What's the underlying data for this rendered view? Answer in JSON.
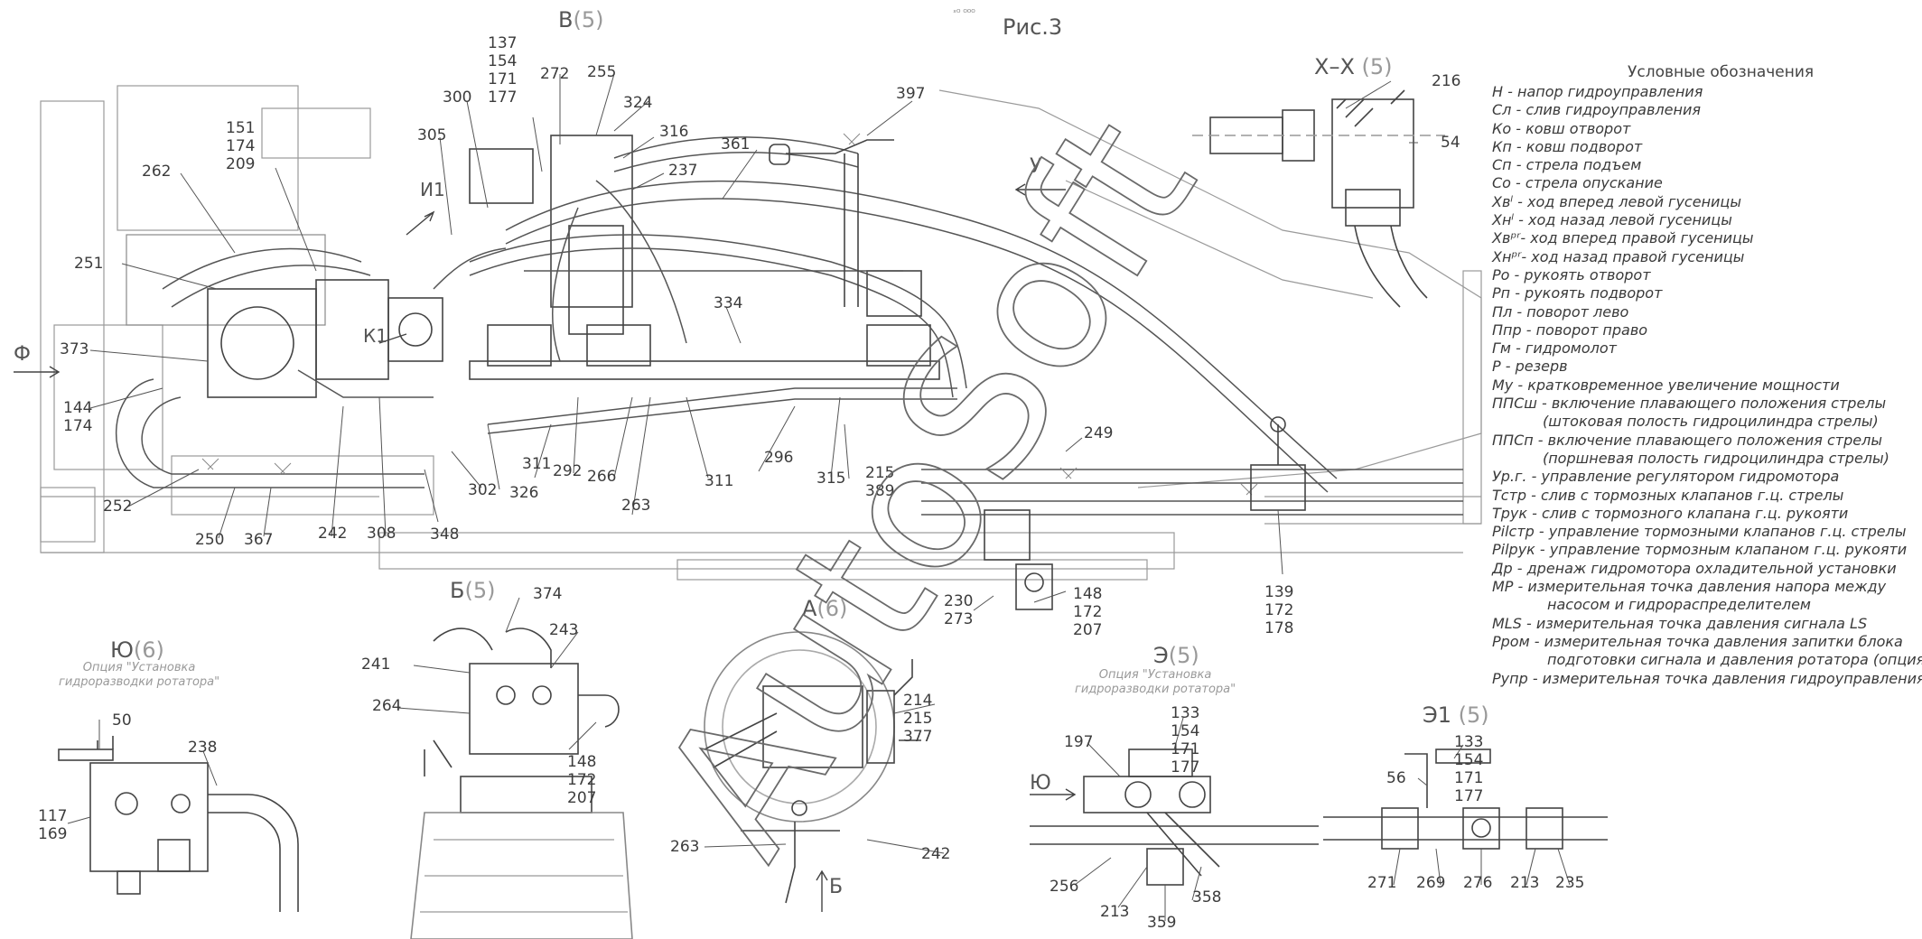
{
  "title": "Рис.3",
  "tiny_mark": "ˣᴼ ᴼᴼᴼ",
  "watermark": "AutoSoft",
  "views": [
    {
      "key": "V",
      "name": "В",
      "index": "(5)"
    },
    {
      "key": "XX",
      "name": "Х–Х",
      "index": "(5)"
    },
    {
      "key": "B",
      "name": "Б",
      "index": "(5)"
    },
    {
      "key": "A",
      "name": "А",
      "index": "(6)"
    },
    {
      "key": "Yu",
      "name": "Ю",
      "index": "(6)"
    },
    {
      "key": "E",
      "name": "Э",
      "index": "(5)"
    },
    {
      "key": "E1",
      "name": "Э1",
      "index": "(5)"
    }
  ],
  "arrows": {
    "F": "Ф",
    "U": "У",
    "I1": "И1",
    "K1": "К1",
    "Yu": "Ю",
    "B": "Б"
  },
  "option_notes": {
    "yu": "Опция \"Установка\nгидроразводки ротатора\"",
    "e": "Опция \"Установка\nгидроразводки ротатора\""
  },
  "callouts": {
    "c137": "137\n154\n171\n177",
    "c272": "272",
    "c255": "255",
    "c324": "324",
    "c316": "316",
    "c237": "237",
    "c397": "397",
    "c361": "361",
    "c300": "300",
    "c305": "305",
    "c151": "151\n174\n209",
    "c262": "262",
    "c251": "251",
    "c373": "373",
    "c144": "144\n174",
    "c252": "252",
    "c250": "250",
    "c367": "367",
    "c242": "242",
    "c308": "308",
    "c348": "348",
    "c302": "302",
    "c326": "326",
    "c311a": "311",
    "c292": "292",
    "c266": "266",
    "c263a": "263",
    "c311b": "311",
    "c296": "296",
    "c315": "315",
    "c215": "215\n389",
    "c334": "334",
    "c249": "249",
    "c148a": "148\n172\n207",
    "c230": "230\n273",
    "c139": "139\n172\n178",
    "c216": "216",
    "c54": "54",
    "c374": "374",
    "c243": "243",
    "c241": "241",
    "c264": "264",
    "c148b": "148\n172\n207",
    "c214": "214\n215\n377",
    "c263b": "263",
    "c242b": "242",
    "c50": "50",
    "c238": "238",
    "c117": "117\n169",
    "c197": "197",
    "c133a": "133\n154\n171\n177",
    "c256": "256",
    "c213a": "213",
    "c358": "358",
    "c359": "359",
    "c56": "56",
    "c133b": "133\n154\n171\n177",
    "c271": "271",
    "c269": "269",
    "c276": "276",
    "c213b": "213",
    "c235": "235"
  },
  "legend": {
    "title": "Условные обозначения",
    "items": [
      "Н - напор гидроуправления",
      "Сл - слив гидроуправления",
      "Ко - ковш отворот",
      "Кп - ковш подворот",
      "Сп - стрела подъем",
      "Со - стрела опускание",
      "Хвˡ - ход вперед левой гусеницы",
      "Хнˡ - ход назад левой гусеницы",
      "Хвᵖʳ- ход вперед правой гусеницы",
      "Хнᵖʳ- ход назад правой гусеницы",
      "Ро - рукоять отворот",
      "Рп - рукоять подворот",
      "Пл - поворот лево",
      "Ппр - поворот право",
      "Гм - гидромолот",
      "Р - резерв",
      "Му - кратковременное увеличение мощности",
      "ППСш - включение плавающего положения стрелы",
      "           (штоковая полость гидроцилиндра стрелы)",
      "ППСп - включение плавающего положения стрелы",
      "           (поршневая полость гидроцилиндра стрелы)",
      "Ур.г. - управление регулятором гидромотора",
      "Тстр - слив с тормозных клапанов г.ц. стрелы",
      "Трук - слив с тормозного клапана г.ц. рукояти",
      "Pilстр - управление тормозными клапанов г.ц. стрелы",
      "Pilрук - управление тормозным клапаном г.ц. рукояти",
      "Др - дренаж гидромотора охладительной установки",
      "МР - измерительная точка давления напора между",
      "            насосом и гидрораспределителем",
      "MLS - измерительная точка давления сигнала LS",
      "Рром - измерительная точка давления запитки блока",
      "            подготовки сигнала и давления ротатора (опция)",
      "Рупр - измерительная точка давления гидроуправления"
    ]
  }
}
